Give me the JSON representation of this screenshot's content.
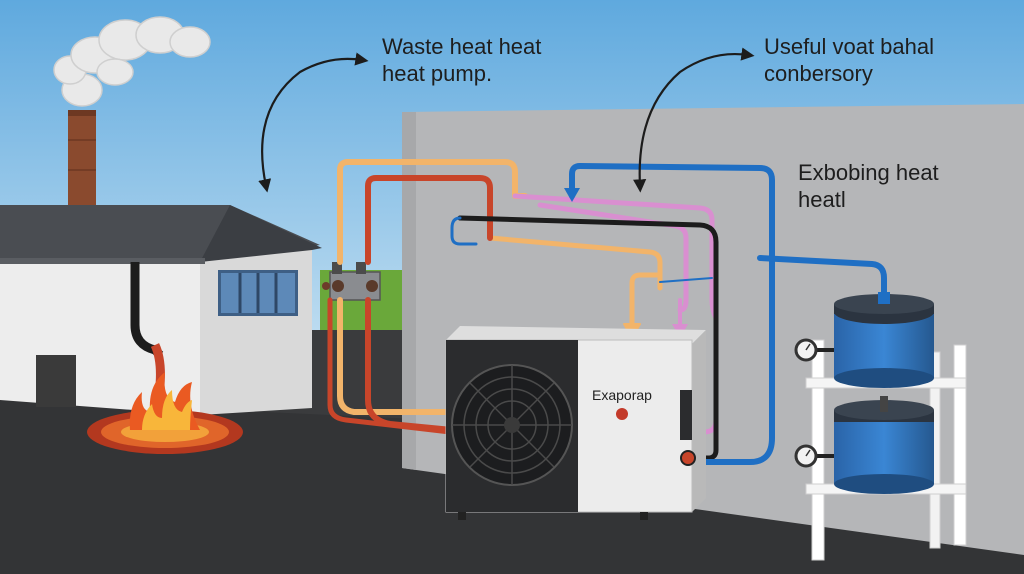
{
  "labels": {
    "waste_heat": {
      "line1": "Waste heat heat",
      "line2": "heat pump."
    },
    "useful_heat": {
      "line1": "Useful voat bahal",
      "line2": "conbersory"
    },
    "exbobing_heat": {
      "line1": "Exbobing heat",
      "line2": "heatl"
    },
    "heat_pump_unit": "Exaporap"
  },
  "colors": {
    "sky_top": "#6fb3e3",
    "sky_bottom": "#dceef8",
    "ground": "#3a3b3d",
    "wall": "#b7b8ba",
    "factory_wall": "#eeeeee",
    "factory_roof": "#4a4d52",
    "chimney": "#8a4a2e",
    "pipe_hot": "#c8452a",
    "pipe_warm": "#f2b46a",
    "pipe_pink": "#d98fd0",
    "pipe_black": "#1c1c1c",
    "pipe_blue": "#1f6fc4",
    "tank_blue": "#2e6fb8",
    "grass": "#6aa83a"
  },
  "icons": [
    "smoke-cloud-icon",
    "fire-icon",
    "fan-grille-icon",
    "pressure-gauge-icon",
    "arrow-icon"
  ]
}
